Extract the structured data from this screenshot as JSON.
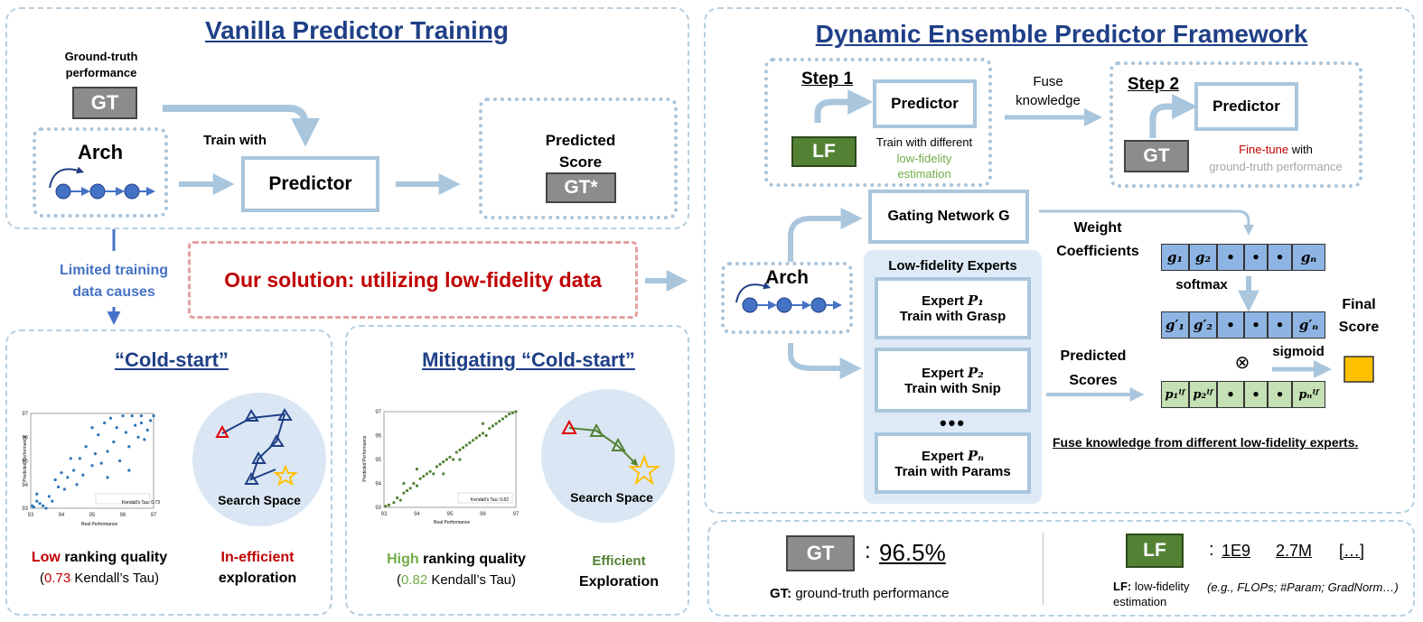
{
  "left_top": {
    "title": "Vanilla Predictor Training",
    "gt_caption": "Ground-truth performance",
    "gt_label": "GT",
    "arch_label": "Arch",
    "train_with": "Train with",
    "predictor": "Predictor",
    "predicted_score": "Predicted Score",
    "gt_star": "GT*",
    "limited": "Limited training data causes",
    "solution": "Our solution: utilizing low-fidelity data"
  },
  "cold": {
    "title": "“Cold-start”",
    "quality_word": "Low",
    "quality_rest": " ranking quality",
    "tau_value": "0.73",
    "tau_rest": " Kendall’s Tau)",
    "eff_word": "In-efficient",
    "eff_rest": "exploration",
    "search_space": "Search Space",
    "plot_legend": "Kendall's Tau: 0.73",
    "xlabel": "Real Performance",
    "ylabel": "Predicted Performance",
    "xticks": [
      "93",
      "94",
      "95",
      "96",
      "97"
    ],
    "yticks": [
      "97",
      "96",
      "95",
      "94",
      "93"
    ]
  },
  "mitigate": {
    "title": "Mitigating “Cold-start”",
    "quality_word": "High",
    "quality_rest": " ranking quality",
    "tau_value": "0.82",
    "tau_rest": " Kendall’s Tau)",
    "eff_word": "Efficient",
    "eff_rest": "Exploration",
    "search_space": "Search Space",
    "plot_legend": "Kendall's Tau: 0.82",
    "xlabel": "Real Performance",
    "ylabel": "Predicted Performance",
    "xticks": [
      "93",
      "94",
      "95",
      "96",
      "97"
    ],
    "yticks": [
      "97",
      "96",
      "95",
      "94",
      "93"
    ]
  },
  "right": {
    "title": "Dynamic Ensemble Predictor Framework",
    "step1": "Step 1",
    "step2": "Step 2",
    "predictor": "Predictor",
    "lf": "LF",
    "gt": "GT",
    "train_diff": "Train with different",
    "lf_estimation": "low-fidelity estimation",
    "fuse": "Fuse knowledge",
    "finetune_word": "Fine-tune",
    "finetune_rest": " with",
    "gt_perf": "ground-truth  performance",
    "gating": "Gating Network G",
    "weight_coef": "Weight Coefficients",
    "arch": "Arch",
    "experts_title": "Low-fidelity Experts",
    "expert1_a": "Expert ",
    "expert1_sym": "P₁",
    "expert1_b": "Train with Grasp",
    "expert2_a": "Expert ",
    "expert2_sym": "P₂",
    "expert2_b": "Train with Snip",
    "dots": "•••",
    "expertn_a": "Expert ",
    "expertn_sym": "Pₙ",
    "expertn_b": "Train with Params",
    "softmax": "softmax",
    "sigmoid": "sigmoid",
    "final_score": "Final Score",
    "predicted_scores": "Predicted Scores",
    "otimes": "⊗",
    "fuse_caption": "Fuse knowledge from different low-fidelity experts.",
    "g_row": [
      "g₁",
      "g₂",
      "•",
      "•",
      "•",
      "gₙ"
    ],
    "gp_row": [
      "g′₁",
      "g′₂",
      "•",
      "•",
      "•",
      "g′ₙ"
    ],
    "p_row": [
      "p₁ˡᶠ",
      "p₂ˡᶠ",
      "•",
      "•",
      "•",
      "pₙˡᶠ"
    ]
  },
  "legend": {
    "gt": "GT",
    "gt_colon": ":",
    "gt_value": "96.5%",
    "gt_desc_bold": "GT:",
    "gt_desc": " ground-truth performance",
    "lf": "LF",
    "lf_colon": ":",
    "lf_v1": "1E9",
    "lf_v2": "2.7M",
    "lf_v3": "[…]",
    "lf_desc_bold": "LF:",
    "lf_desc": " low-fidelity estimation",
    "lf_examples": "(e.g., FLOPs; #Param; GradNorm…)"
  },
  "colors": {
    "title_blue": "#1f3f86",
    "arrow_blue": "#a9c6dd",
    "red": "#c00000",
    "green": "#70ad47",
    "lf_green": "#548235",
    "gt_gray": "#8c8c8c",
    "cell_blue": "#8eb4e3",
    "cell_green": "#c5e0b4",
    "final_yellow": "#ffc000"
  },
  "scatter_points": {
    "cold": [
      [
        93.05,
        93.1
      ],
      [
        93.1,
        93.05
      ],
      [
        93.2,
        93.3
      ],
      [
        93.3,
        93.2
      ],
      [
        93.4,
        93.1
      ],
      [
        93.5,
        93.0
      ],
      [
        93.2,
        93.6
      ],
      [
        93.6,
        93.5
      ],
      [
        93.7,
        93.3
      ],
      [
        93.8,
        94.2
      ],
      [
        93.9,
        93.9
      ],
      [
        94.0,
        94.5
      ],
      [
        94.1,
        93.8
      ],
      [
        94.2,
        94.3
      ],
      [
        94.4,
        94.6
      ],
      [
        94.5,
        94.0
      ],
      [
        94.6,
        95.1
      ],
      [
        94.7,
        94.4
      ],
      [
        94.8,
        95.6
      ],
      [
        95.0,
        94.8
      ],
      [
        95.1,
        95.3
      ],
      [
        95.2,
        96.1
      ],
      [
        95.3,
        94.9
      ],
      [
        95.4,
        96.6
      ],
      [
        95.5,
        95.4
      ],
      [
        95.6,
        96.8
      ],
      [
        95.7,
        95.8
      ],
      [
        95.8,
        96.4
      ],
      [
        95.9,
        95.0
      ],
      [
        96.0,
        96.9
      ],
      [
        96.1,
        96.2
      ],
      [
        96.2,
        95.6
      ],
      [
        96.3,
        96.9
      ],
      [
        96.4,
        96.5
      ],
      [
        96.5,
        96.0
      ],
      [
        96.6,
        96.9
      ],
      [
        96.7,
        95.9
      ],
      [
        96.8,
        96.3
      ],
      [
        96.9,
        96.7
      ],
      [
        97.0,
        96.9
      ],
      [
        96.2,
        94.6
      ],
      [
        95.5,
        94.3
      ],
      [
        96.6,
        96.6
      ],
      [
        94.3,
        95.1
      ],
      [
        95.0,
        96.4
      ]
    ],
    "mitigate": [
      [
        93.05,
        93.05
      ],
      [
        93.15,
        93.1
      ],
      [
        93.3,
        93.2
      ],
      [
        93.4,
        93.4
      ],
      [
        93.5,
        93.3
      ],
      [
        93.6,
        93.6
      ],
      [
        93.7,
        93.7
      ],
      [
        93.8,
        93.8
      ],
      [
        93.9,
        94.0
      ],
      [
        94.0,
        93.9
      ],
      [
        94.1,
        94.2
      ],
      [
        94.2,
        94.3
      ],
      [
        94.3,
        94.4
      ],
      [
        94.4,
        94.5
      ],
      [
        94.5,
        94.4
      ],
      [
        94.6,
        94.7
      ],
      [
        94.7,
        94.8
      ],
      [
        94.8,
        94.9
      ],
      [
        94.9,
        95.0
      ],
      [
        95.0,
        95.1
      ],
      [
        95.1,
        95.0
      ],
      [
        95.2,
        95.3
      ],
      [
        95.3,
        95.4
      ],
      [
        95.4,
        95.5
      ],
      [
        95.5,
        95.6
      ],
      [
        95.6,
        95.7
      ],
      [
        95.7,
        95.8
      ],
      [
        95.8,
        95.9
      ],
      [
        95.9,
        96.0
      ],
      [
        96.0,
        96.1
      ],
      [
        96.1,
        96.0
      ],
      [
        96.2,
        96.3
      ],
      [
        96.3,
        96.4
      ],
      [
        96.4,
        96.5
      ],
      [
        96.5,
        96.6
      ],
      [
        96.6,
        96.7
      ],
      [
        96.7,
        96.8
      ],
      [
        96.8,
        96.9
      ],
      [
        96.9,
        96.95
      ],
      [
        97.0,
        97.0
      ],
      [
        94.0,
        94.6
      ],
      [
        95.3,
        95.0
      ],
      [
        96.0,
        96.5
      ],
      [
        93.6,
        94.0
      ],
      [
        94.8,
        94.4
      ]
    ]
  }
}
